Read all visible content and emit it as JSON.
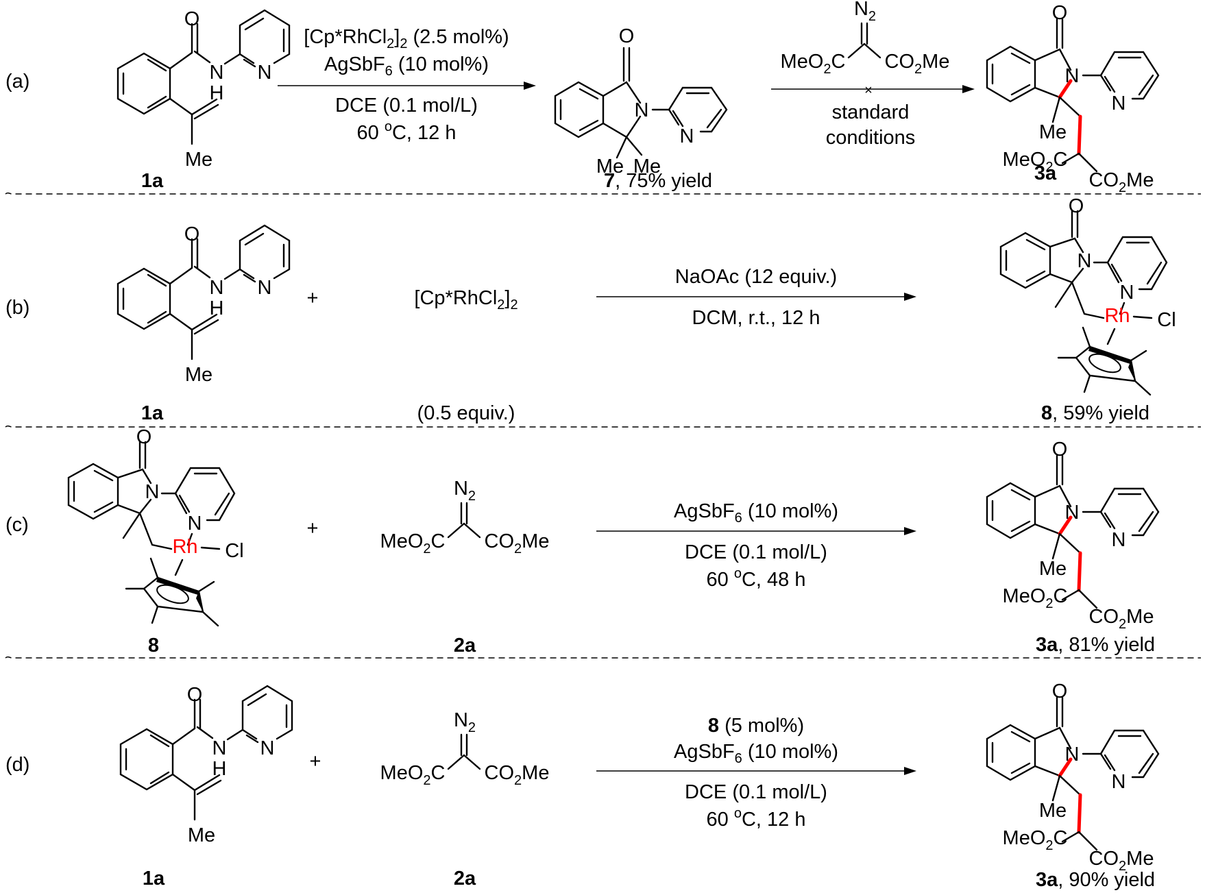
{
  "colors": {
    "highlight": "#ff0000",
    "ink": "#000000"
  },
  "panels": [
    {
      "label": "(a)",
      "reactants": [
        {
          "compound": "1a",
          "label": "1a"
        }
      ],
      "steps": [
        {
          "conditions_above": [
            "[Cp*RhCl2]2 (2.5 mol%)",
            "AgSbF6 (10 mol%)"
          ],
          "conditions_below": [
            "DCE (0.1 mol/L)",
            "60 oC, 12 h"
          ]
        },
        {
          "reagent_above": "dimethyl diazomalonate",
          "blocked": true,
          "conditions_below": [
            "standard",
            "conditions"
          ]
        }
      ],
      "intermediate": {
        "compound": "7",
        "label_bold": "7",
        "label_rest": ", 75% yield"
      },
      "product": {
        "compound": "3a",
        "label_bold": "3a",
        "label_rest": ""
      }
    },
    {
      "label": "(b)",
      "reactants": [
        {
          "compound": "1a",
          "label": "1a"
        },
        {
          "compound": "[Cp*RhCl2]2",
          "label": "(0.5 equiv.)"
        }
      ],
      "plus": "+",
      "steps": [
        {
          "conditions_above": [
            "NaOAc (12 equiv.)"
          ],
          "conditions_below": [
            "DCM, r.t., 12 h"
          ]
        }
      ],
      "product": {
        "compound": "8",
        "label_bold": "8",
        "label_rest": ", 59% yield"
      }
    },
    {
      "label": "(c)",
      "reactants": [
        {
          "compound": "8",
          "label": "8"
        },
        {
          "compound": "2a",
          "label": "2a"
        }
      ],
      "plus": "+",
      "steps": [
        {
          "conditions_above": [
            "AgSbF6 (10 mol%)"
          ],
          "conditions_below": [
            "DCE (0.1 mol/L)",
            "60 oC, 48 h"
          ]
        }
      ],
      "product": {
        "compound": "3a",
        "label_bold": "3a",
        "label_rest": ", 81% yield"
      }
    },
    {
      "label": "(d)",
      "reactants": [
        {
          "compound": "1a",
          "label": "1a"
        },
        {
          "compound": "2a",
          "label": "2a"
        }
      ],
      "plus": "+",
      "steps": [
        {
          "conditions_above": [
            "8 (5 mol%)",
            "AgSbF6 (10 mol%)"
          ],
          "conditions_below": [
            "DCE (0.1 mol/L)",
            "60 oC, 12 h"
          ]
        }
      ],
      "product": {
        "compound": "3a",
        "label_bold": "3a",
        "label_rest": ", 90% yield"
      }
    }
  ],
  "atoms": {
    "O": "O",
    "N": "N",
    "H": "H",
    "Me": "Me",
    "Rh": "Rh",
    "Cl": "Cl",
    "N2": "N",
    "N2sub": "2",
    "MeO2C_a": "MeO",
    "MeO2C_sub": "2",
    "MeO2C_b": "C",
    "CO2Me_a": "CO",
    "CO2Me_sub": "2",
    "CO2Me_b": "Me"
  },
  "rich": {
    "cprh_a": "[Cp*RhCl",
    "cprh_sub1": "2",
    "cprh_b": "]",
    "cprh_sub2": "2",
    "cprh_c": " (2.5 mol%)",
    "cprh_plain_c": "",
    "agsbf_a": "AgSbF",
    "agsbf_sub": "6",
    "agsbf_c": " (10 mol%)",
    "dce": "DCE (0.1 mol/L)",
    "temp_a": "60 ",
    "temp_sup": "o",
    "temp_12": "C, 12 h",
    "temp_48": "C, 48 h",
    "naoac": "NaOAc (12 equiv.)",
    "dcm": "DCM, r.t., 12 h",
    "std1": "standard",
    "std2": "conditions",
    "cat8_bold": "8",
    "cat8_rest": " (5 mol%)",
    "equiv": "(0.5 equiv.)",
    "blocked_mark": "×"
  }
}
